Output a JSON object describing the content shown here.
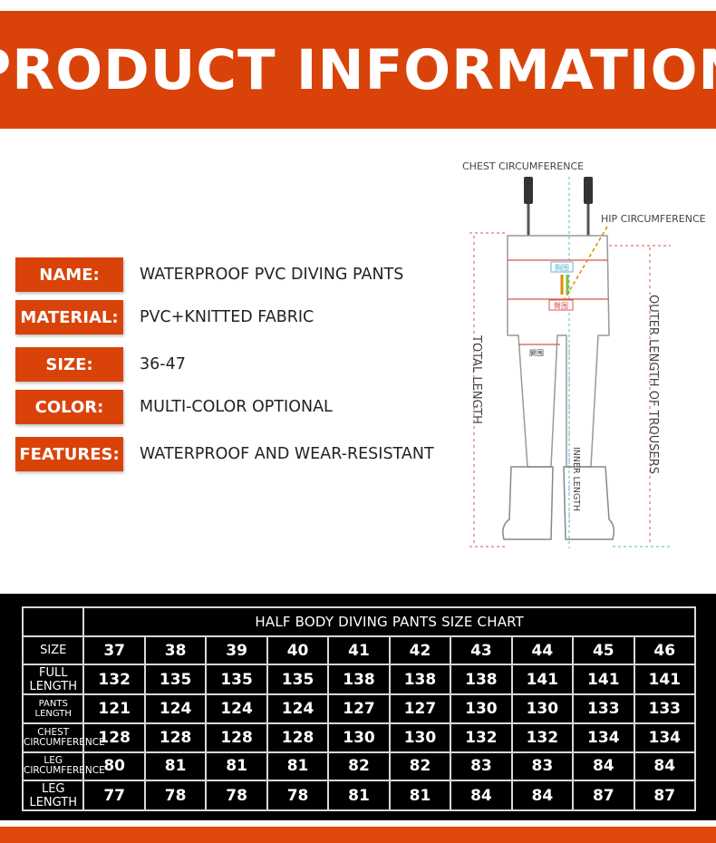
{
  "banner": {
    "title": "PRODUCT INFORMATION"
  },
  "specs": [
    {
      "label": "NAME:",
      "value": "WATERPROOF PVC DIVING PANTS"
    },
    {
      "label": "MATERIAL:",
      "value": "PVC+KNITTED FABRIC"
    },
    {
      "label": "SIZE:",
      "value": "36-47"
    },
    {
      "label": "COLOR:",
      "value": "MULTI-COLOR OPTIONAL"
    },
    {
      "label": "FEATURES:",
      "value": "WATERPROOF AND WEAR-RESISTANT"
    }
  ],
  "diagram": {
    "chest_label": "CHEST CIRCUMFERENCE",
    "hip_label": "HIP CIRCUMFERENCE",
    "total_length": "TOTAL LENGTH",
    "outer_length": "OUTER LENGTH OF TROUSERS",
    "inner_length": "INNER LENGTH",
    "tag_chest": "胸围",
    "tag_hip": "臀围",
    "tag_leg": "腿围"
  },
  "size_chart": {
    "title": "HALF BODY DIVING PANTS SIZE CHART",
    "rows": [
      {
        "label_lines": [
          "SIZE"
        ],
        "values": [
          "37",
          "38",
          "39",
          "40",
          "41",
          "42",
          "43",
          "44",
          "45",
          "46"
        ]
      },
      {
        "label_lines": [
          "FULL LENGTH"
        ],
        "values": [
          "132",
          "135",
          "135",
          "135",
          "138",
          "138",
          "138",
          "141",
          "141",
          "141"
        ]
      },
      {
        "label_lines": [
          "PANTS LENGTH"
        ],
        "values": [
          "121",
          "124",
          "124",
          "124",
          "127",
          "127",
          "130",
          "130",
          "133",
          "133"
        ]
      },
      {
        "label_lines": [
          "CHEST",
          "CIRCUMFERENCE"
        ],
        "values": [
          "128",
          "128",
          "128",
          "128",
          "130",
          "130",
          "132",
          "132",
          "134",
          "134"
        ]
      },
      {
        "label_lines": [
          "LEG",
          "CIRCUMFERENCE"
        ],
        "values": [
          "80",
          "81",
          "81",
          "81",
          "82",
          "82",
          "83",
          "83",
          "84",
          "84"
        ]
      },
      {
        "label_lines": [
          "LEG LENGTH"
        ],
        "values": [
          "77",
          "78",
          "78",
          "78",
          "81",
          "81",
          "84",
          "84",
          "87",
          "87"
        ]
      }
    ]
  },
  "colors": {
    "accent": "#d9430a",
    "chart_bg": "#000000",
    "grid": "#d8d8d8"
  }
}
